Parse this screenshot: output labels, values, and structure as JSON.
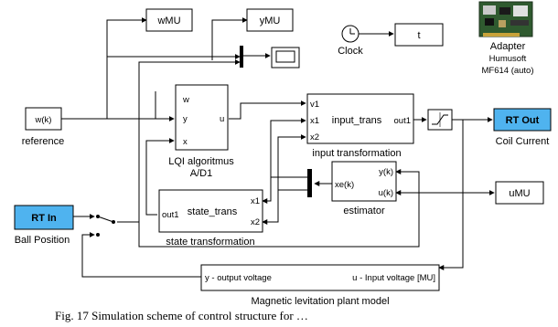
{
  "blocks": {
    "wmu": "wMU",
    "ymu": "yMU",
    "t": "t",
    "umu": "uMU",
    "wk": "w(k)",
    "rt_in": "RT In",
    "rt_out": "RT Out"
  },
  "captions": {
    "clock": "Clock",
    "adapter_1": "Adapter",
    "adapter_2": "Humusoft",
    "adapter_3": "MF614 (auto)",
    "reference": "reference",
    "lqi_1": "LQI algoritmus",
    "lqi_2": "A/D1",
    "input_transformation": "input transformation",
    "coil_current": "Coil Current",
    "ball_position": "Ball Position",
    "state_transformation": "state transformation",
    "plant": "Magnetic levitation plant model",
    "figure": "Fig. 17 Simulation scheme of control structure for …"
  },
  "lqi": {
    "w": "w",
    "y": "y",
    "x": "x",
    "u": "u"
  },
  "input_trans": {
    "v1": "v1",
    "x1": "x1",
    "x2": "x2",
    "name": "input_trans",
    "out1": "out1"
  },
  "state_trans": {
    "out1": "out1",
    "name": "state_trans",
    "x1": "x1",
    "x2": "x2"
  },
  "estimator": {
    "xe": "xe(k)",
    "y": "y(k)",
    "u": "u(k)"
  },
  "plant": {
    "left": "y - output voltage",
    "right": "u - Input voltage [MU]"
  }
}
